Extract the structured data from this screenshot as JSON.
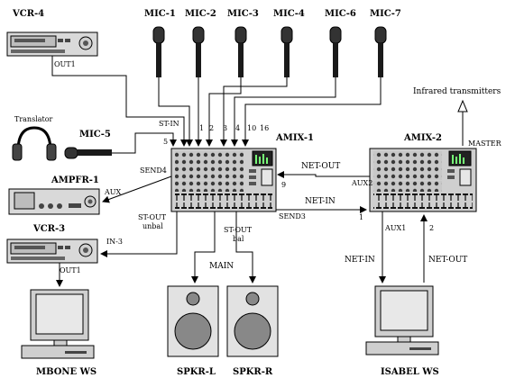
{
  "devices": {
    "vcr4": "VCR-4",
    "mic1": "MIC-1",
    "mic2": "MIC-2",
    "mic3": "MIC-3",
    "mic4": "MIC-4",
    "mic6": "MIC-6",
    "mic7": "MIC-7",
    "mic5": "MIC-5",
    "translator": "Translator",
    "ampfr1": "AMPFR-1",
    "vcr3": "VCR-3",
    "amix1": "AMIX-1",
    "amix2": "AMIX-2",
    "infrared": "Infrared transmitters",
    "mbone_ws": "MBONE WS",
    "spkr_l": "SPKR-L",
    "spkr_r": "SPKR-R",
    "isabel_ws": "ISABEL WS"
  },
  "connections": {
    "out1_vcr4": "OUT1",
    "st_in": "ST-IN",
    "ch1": "1",
    "ch2": "2",
    "ch3": "3",
    "ch4": "4",
    "ch10": "10",
    "ch16": "16",
    "ch5": "5",
    "send4": "SEND4",
    "aux": "AUX",
    "st_out_unbal_1": "ST-OUT",
    "st_out_unbal_2": "unbal",
    "st_out_bal_1": "ST-OUT",
    "st_out_bal_2": "bal",
    "in3": "IN-3",
    "out1_vcr3": "OUT1",
    "main": "MAIN",
    "ch9": "9",
    "net_out_top": "NET-OUT",
    "net_in_top": "NET-IN",
    "send3": "SEND3",
    "aux2": "AUX2",
    "master": "MASTER",
    "amix2_in1": "1",
    "aux1": "AUX1",
    "amix2_in2": "2",
    "net_in_bottom": "NET-IN",
    "net_out_bottom": "NET-OUT"
  }
}
